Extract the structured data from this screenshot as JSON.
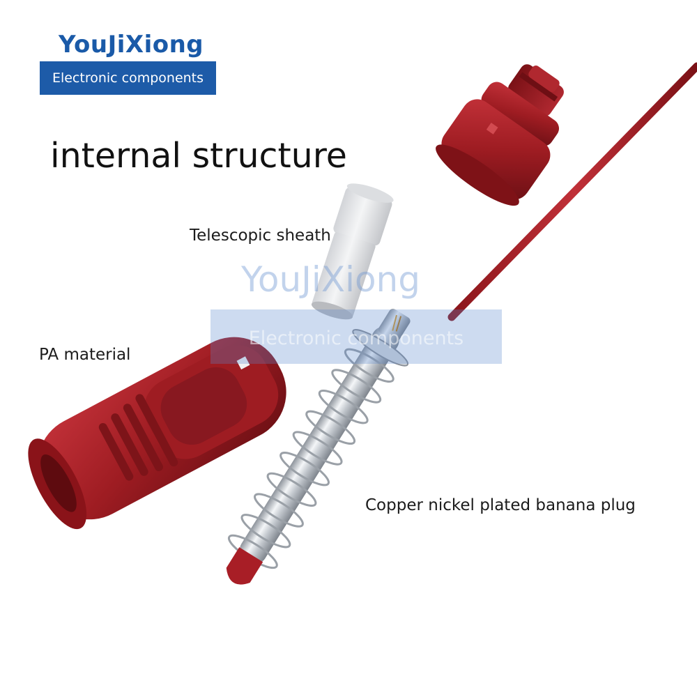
{
  "brand": {
    "name": "YouJiXiong",
    "tagline": "Electronic components"
  },
  "headline": "internal structure",
  "labels": {
    "sheath": "Telescopic sheath",
    "material": "PA material",
    "plug": "Copper nickel plated banana plug"
  },
  "watermark": {
    "name": "YouJiXiong",
    "tagline": "Electronic components"
  },
  "colors": {
    "brand_blue": "#1d5ba8",
    "housing_red": "#9e1c22",
    "sheath_gray": "#e3e4e6",
    "metal_silver": "#c8ccd2"
  }
}
